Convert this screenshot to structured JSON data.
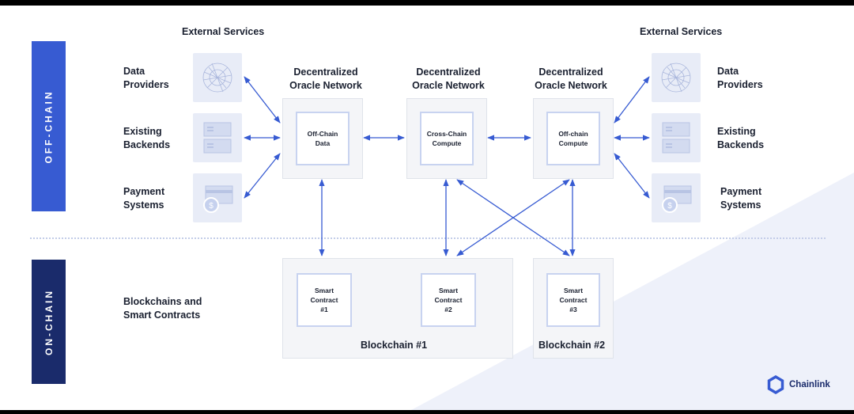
{
  "sidebar": {
    "offchain": "OFF-CHAIN",
    "onchain": "ON-CHAIN"
  },
  "external_services_left": "External Services",
  "external_services_right": "External Services",
  "services": {
    "data_providers_l1": "Data",
    "data_providers_l2": "Providers",
    "existing_backends_l1": "Existing",
    "existing_backends_l2": "Backends",
    "payment_systems_l1": "Payment",
    "payment_systems_l2": "Systems"
  },
  "oracle_networks": [
    {
      "title_l1": "Decentralized",
      "title_l2": "Oracle Network",
      "inner_l1": "Off-Chain",
      "inner_l2": "Data"
    },
    {
      "title_l1": "Decentralized",
      "title_l2": "Oracle Network",
      "inner_l1": "Cross-Chain",
      "inner_l2": "Compute"
    },
    {
      "title_l1": "Decentralized",
      "title_l2": "Oracle Network",
      "inner_l1": "Off-chain",
      "inner_l2": "Compute"
    }
  ],
  "onchain_label_l1": "Blockchains and",
  "onchain_label_l2": "Smart Contracts",
  "smart_contracts": [
    {
      "l1": "Smart",
      "l2": "Contract",
      "l3": "#1"
    },
    {
      "l1": "Smart",
      "l2": "Contract",
      "l3": "#2"
    },
    {
      "l1": "Smart",
      "l2": "Contract",
      "l3": "#3"
    }
  ],
  "blockchains": [
    "Blockchain #1",
    "Blockchain #2"
  ],
  "brand": "Chainlink",
  "colors": {
    "accent": "#375bd2",
    "dark_navy": "#1a2b6b",
    "arrow": "#375bd2"
  }
}
